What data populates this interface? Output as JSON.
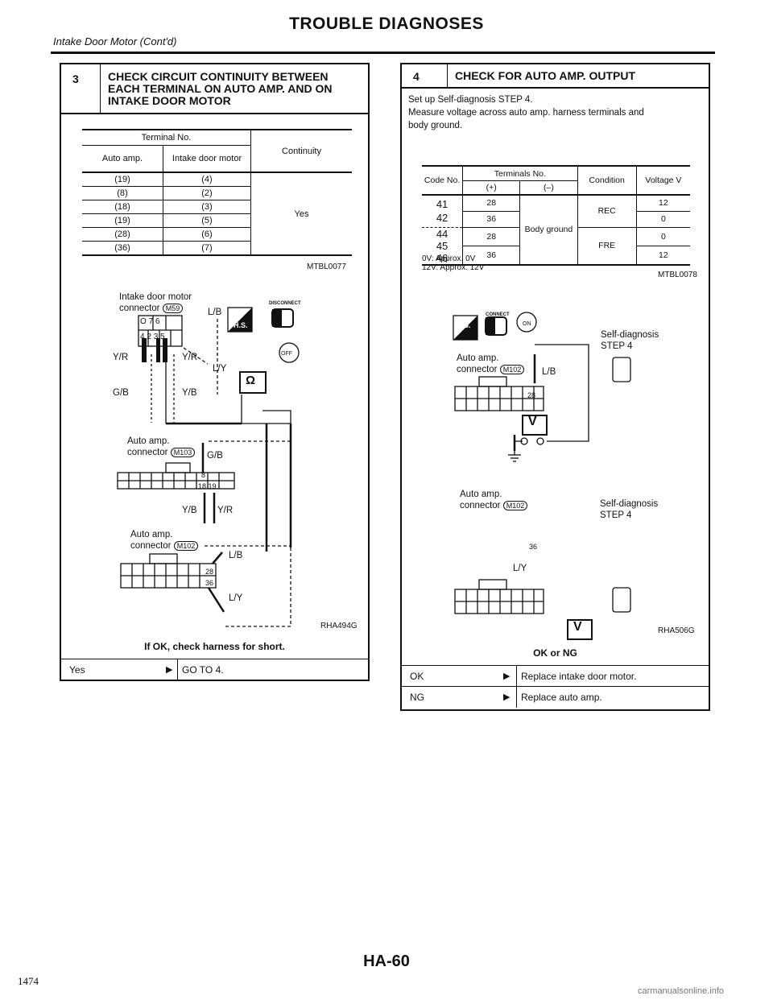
{
  "header": {
    "title": "TROUBLE DIAGNOSES",
    "subtitle": "Intake Door Motor (Cont'd)"
  },
  "step3": {
    "number": "3",
    "title_lines": [
      "CHECK CIRCUIT CONTINUITY BETWEEN",
      "EACH TERMINAL ON AUTO AMP. AND ON",
      "INTAKE DOOR MOTOR"
    ],
    "table": {
      "group_header": "Terminal No.",
      "col_auto": "Auto amp.",
      "col_motor": "Intake door motor",
      "col_continuity": "Continuity",
      "rows": [
        [
          "(19)",
          "(4)"
        ],
        [
          "(8)",
          "(2)"
        ],
        [
          "(18)",
          "(3)"
        ],
        [
          "(19)",
          "(5)"
        ],
        [
          "(28)",
          "(6)"
        ],
        [
          "(36)",
          "(7)"
        ]
      ],
      "continuity_value": "Yes",
      "code": "MTBL0077"
    },
    "diagram": {
      "motor_label": "Intake door motor",
      "motor_conn_label": "connector",
      "motor_conn_id": "M59",
      "wires": [
        "L/B",
        "L/Y",
        "Y/R",
        "Y/R",
        "G/B",
        "Y/B"
      ],
      "pins_top": [
        "O",
        "7",
        "6"
      ],
      "pins_bottom": [
        "4",
        "2",
        "3",
        "5"
      ],
      "hs_label": "H.S.",
      "disconnect_label": "DISCONNECT",
      "off_label": "OFF",
      "ohm_symbol": "Ω",
      "amp1_label": "Auto amp.",
      "amp1_conn_label": "connector",
      "amp1_conn_id": "M103",
      "amp1_wire_top": "G/B",
      "amp1_pins": [
        "8",
        "18",
        "19"
      ],
      "amp1_wires_bottom": [
        "Y/B",
        "Y/R"
      ],
      "amp2_label": "Auto amp.",
      "amp2_conn_label": "connector",
      "amp2_conn_id": "M102",
      "amp2_wires": [
        "L/B",
        "L/Y"
      ],
      "amp2_pins": [
        "28",
        "36"
      ],
      "code": "RHA494G"
    },
    "result_caption": "If OK, check harness for short.",
    "result": {
      "label": "Yes",
      "action": "GO TO 4."
    }
  },
  "step4": {
    "number": "4",
    "title": "CHECK FOR AUTO AMP. OUTPUT",
    "instructions": [
      "Set up Self-diagnosis STEP 4.",
      "Measure voltage across auto amp. harness terminals and",
      "body ground."
    ],
    "table": {
      "col_code": "Code No.",
      "col_terminals": "Terminals No.",
      "col_plus": "(+)",
      "col_minus": "(–)",
      "col_condition": "Condition",
      "col_voltage": "Voltage V",
      "codes": [
        "41",
        "42",
        "44",
        "45",
        "46"
      ],
      "rows": [
        [
          "28",
          "12"
        ],
        [
          "36",
          "0"
        ],
        [
          "28",
          "0"
        ],
        [
          "36",
          "12"
        ]
      ],
      "minus_value": "Body ground",
      "cond_rec": "REC",
      "cond_fre": "FRE",
      "notes": [
        "0V: Approx. 0V",
        "12V: Approx. 12V"
      ],
      "code": "MTBL0078"
    },
    "diagram": {
      "connect_label": "CONNECT",
      "hs_label": "H.S.",
      "on_label": "ON",
      "selfdiag_label": "Self-diagnosis",
      "step_label": "STEP 4",
      "amp1_label": "Auto amp.",
      "amp1_conn_label": "connector",
      "amp1_conn_id": "M102",
      "amp1_wire": "L/B",
      "amp1_pin": "28",
      "volt_symbol": "V",
      "amp2_label": "Auto amp.",
      "amp2_conn_label": "connector",
      "amp2_conn_id": "M102",
      "amp2_wire": "L/Y",
      "amp2_pin": "36",
      "selfdiag2_label": "Self-diagnosis",
      "step2_label": "STEP 4",
      "code": "RHA506G"
    },
    "result_caption": "OK or NG",
    "results": [
      {
        "label": "OK",
        "action": "Replace intake door motor."
      },
      {
        "label": "NG",
        "action": "Replace auto amp."
      }
    ]
  },
  "footer": {
    "page": "HA-60",
    "folio": "1474",
    "watermark": "carmanualsonline.info"
  }
}
